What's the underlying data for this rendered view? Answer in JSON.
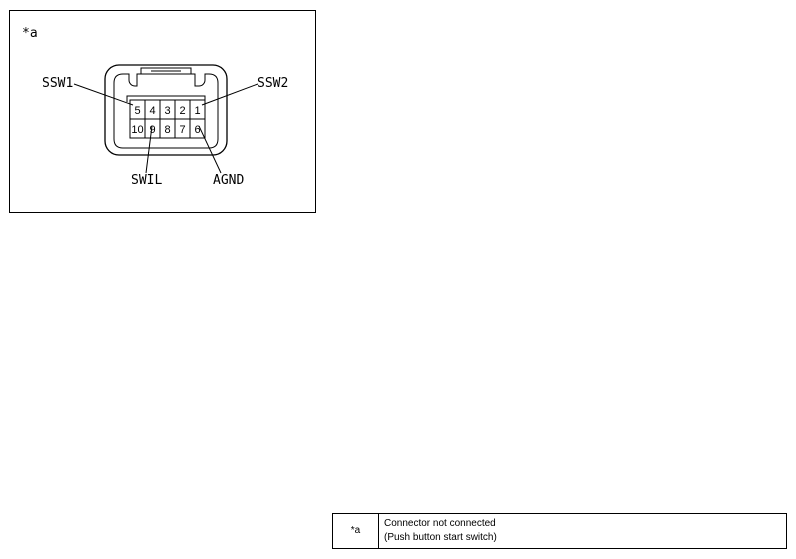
{
  "diagram": {
    "callout": "*a",
    "pin_rows": [
      [
        "5",
        "4",
        "3",
        "2",
        "1"
      ],
      [
        "10",
        "9",
        "8",
        "7",
        "6"
      ]
    ],
    "labels": {
      "ssw1": "SSW1",
      "ssw2": "SSW2",
      "swil": "SWIL",
      "agnd": "AGND"
    }
  },
  "legend": {
    "key": "*a",
    "line1": "Connector not connected",
    "line2": "(Push button start switch)"
  }
}
